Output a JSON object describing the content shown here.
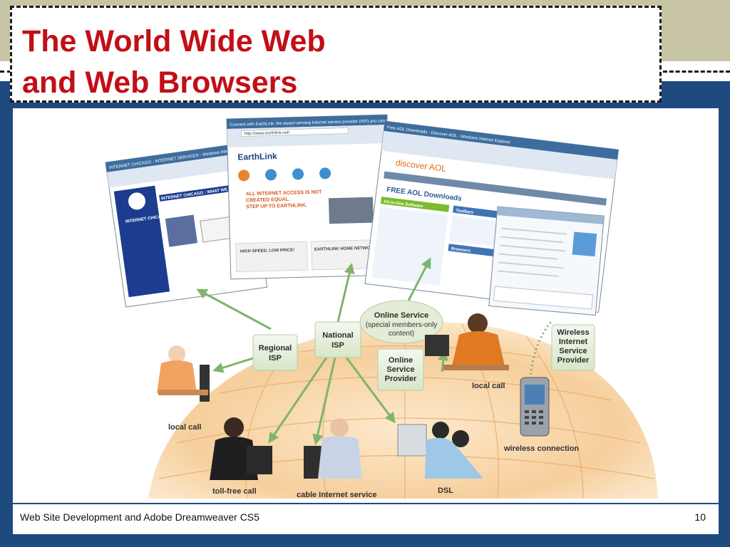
{
  "slide": {
    "title_line1": "The World Wide Web",
    "title_line2": "and Web Browsers",
    "footer": "Web Site Development and Adobe Dreamweaver CS5",
    "page_number": "10"
  },
  "colors": {
    "title_red": "#c20f16",
    "background_blue": "#1f4a80",
    "top_band": "#c7c4a6",
    "node_box_green": "#e2ecd6",
    "arrow_green": "#7fb46e",
    "globe_orange": "#f3c58f"
  },
  "browsers": {
    "left": {
      "window_title": "INTERNET CHICAGO - INTERNET SERVICES - Windows Internet Explorer",
      "site_name": "INTERNET CHICAGO",
      "banner": "INTERNET CHICAGO : WHAT WE DO"
    },
    "middle": {
      "window_title": "Connect with EarthLink, the award-winning Internet service provider (ISP) you can trust! - Windows Internet Explorer",
      "url": "http://www.earthlink.net/",
      "logo": "EarthLink",
      "headline_1": "ALL INTERNET ACCESS IS NOT",
      "headline_2": "CREATED EQUAL.",
      "headline_3": "STEP UP TO EARTHLINK.",
      "promo_left": "HIGH SPEED, LOW PRICE!",
      "promo_right": "EARTHLINK HOME NETWORK"
    },
    "right": {
      "window_title": "Free AOL Downloads - Discover AOL - Windows Internet Explorer",
      "logo": "discover AOL",
      "heading": "FREE AOL Downloads",
      "section": "All-in-One Software",
      "toolbar_title": "Toolbars",
      "browsers_title": "Browsers"
    }
  },
  "diagram": {
    "online_service": "Online Service",
    "online_service_sub1": "(special members-only",
    "online_service_sub2": "content)",
    "regional_isp_1": "Regional",
    "regional_isp_2": "ISP",
    "national_isp_1": "National",
    "national_isp_2": "ISP",
    "online_provider_1": "Online",
    "online_provider_2": "Service",
    "online_provider_3": "Provider",
    "wireless_1": "Wireless",
    "wireless_2": "Internet",
    "wireless_3": "Service",
    "wireless_4": "Provider",
    "local_call_right": "local call",
    "local_call_left": "local call",
    "toll_free": "toll-free call",
    "cable": "cable Internet service",
    "dsl": "DSL",
    "wireless_connection": "wireless connection"
  }
}
